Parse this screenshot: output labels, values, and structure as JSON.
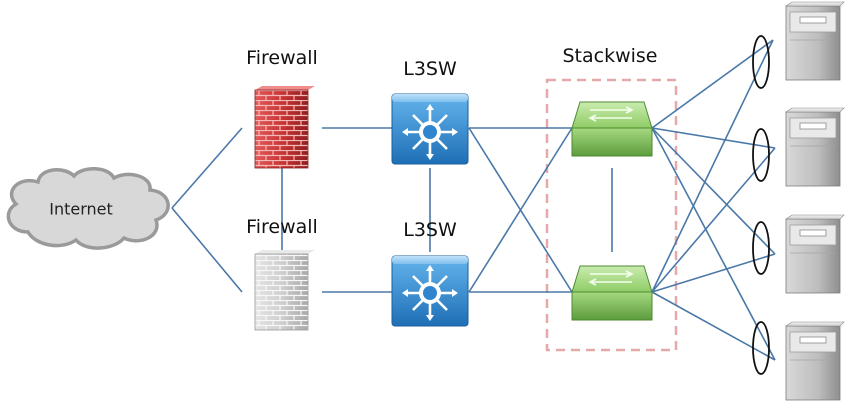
{
  "labels": {
    "internet": "Internet",
    "firewall_top": "Firewall",
    "firewall_bottom": "Firewall",
    "l3sw_top": "L3SW",
    "l3sw_bottom": "L3SW",
    "stackwise": "Stackwise"
  },
  "colors": {
    "link": "#4a78a8",
    "stack_box": "#e5a9a9",
    "firewall_active": "#c4383a",
    "firewall_standby": "#c8c8c8",
    "l3sw": "#2f86cf",
    "stack_switch": "#77b155",
    "server": "#a8a8a8",
    "cloud": "#d8d8d8"
  },
  "icons": {
    "firewall_top": "firewall-icon",
    "firewall_bottom": "firewall-icon",
    "l3sw_top": "l3-switch-icon",
    "l3sw_bottom": "l3-switch-icon",
    "stack_switch_top": "stack-switch-icon",
    "stack_switch_bottom": "stack-switch-icon",
    "servers": "server-icon",
    "nic_teaming": "link-aggregation-ellipse"
  },
  "server_count": 4
}
